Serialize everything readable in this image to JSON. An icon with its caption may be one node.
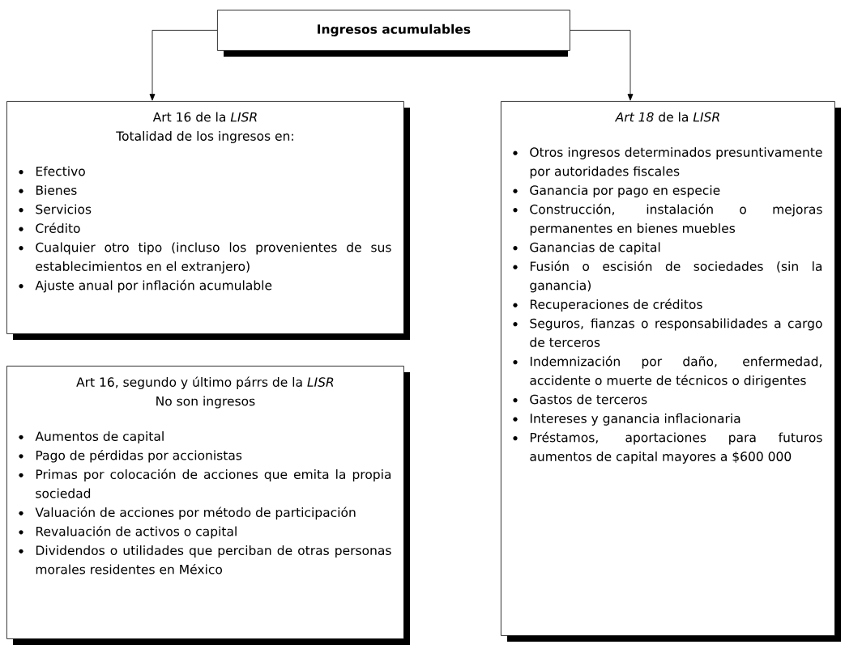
{
  "diagram": {
    "nodes": [
      {
        "text": [
          "Ingresos acumulables"
        ]
      },
      {
        "text": [
          "Art 16 de la *LISR*",
          "Totalidad de los ingresos en:",
          "Efectivo",
          "Bienes",
          "Servicios",
          "Crédito",
          "Cualquier otro tipo (incluso los provenientes de sus establecimientos en el extranjero)",
          "Ajuste anual por inflación acumulable"
        ]
      },
      {
        "text": [
          "Art 16, segundo y último párrs de la *LISR*",
          "No son ingresos",
          "Aumentos de capital",
          "Pago de pérdidas por accionistas",
          "Primas por colocación de acciones que emita la propia sociedad",
          "Valuación de acciones por método de participación",
          "Revaluación de activos o capital",
          "Dividendos o utilidades que perciban de otras personas morales residentes en México"
        ]
      },
      {
        "text": [
          "*Art 18* de la *LISR*",
          "Otros ingresos determinados presuntivamente por autoridades fiscales",
          "Ganancia por pago en especie",
          "Construcción, instalación o mejoras permanentes en bienes muebles",
          "Ganancias de capital",
          "Fusión o escisión de sociedades (sin la ganancia)",
          "Recuperaciones de créditos",
          "Seguros, fianzas o responsabilidades a cargo de terceros",
          "Indemnización por daño, enfermedad, accidente o muerte de técnicos o dirigentes",
          "Gastos de terceros",
          "Intereses y ganancia inflacionaria",
          "Préstamos, aportaciones para futuros aumentos de capital mayores a $600 000"
        ]
      }
    ],
    "edges": [
      {
        "from": 0,
        "to": 1,
        "arrow": "to"
      },
      {
        "from": 0,
        "to": 3,
        "arrow": "to"
      }
    ]
  }
}
